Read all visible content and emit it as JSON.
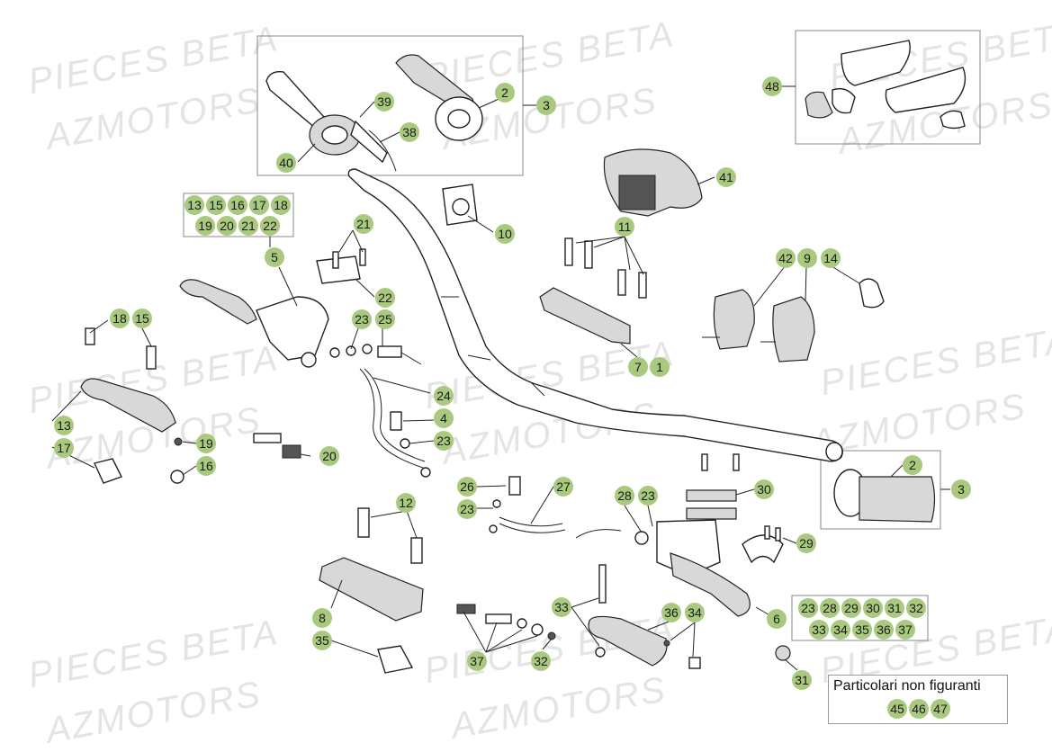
{
  "watermark": {
    "line1": "PIECES BETA",
    "line2": "AZMOTORS"
  },
  "callouts": {
    "c48": "48",
    "c2a": "2",
    "c3a": "3",
    "c39": "39",
    "c38": "38",
    "c40": "40",
    "c41": "41",
    "c10": "10",
    "c11": "11",
    "g5": [
      "13",
      "15",
      "16",
      "17",
      "18",
      "19",
      "20",
      "21",
      "22"
    ],
    "c5": "5",
    "c21": "21",
    "c22": "22",
    "c42": "42",
    "c9": "9",
    "c14": "14",
    "c18": "18",
    "c15": "15",
    "c23a": "23",
    "c25": "25",
    "c7": "7",
    "c1": "1",
    "c24": "24",
    "c4": "4",
    "c23b": "23",
    "c13": "13",
    "c17": "17",
    "c19": "19",
    "c16": "16",
    "c20": "20",
    "c2b": "2",
    "c3b": "3",
    "c26": "26",
    "c23c": "23",
    "c27": "27",
    "c28": "28",
    "c23d": "23",
    "c30": "30",
    "c29": "29",
    "c12": "12",
    "c8": "8",
    "c35": "35",
    "g6": [
      "23",
      "28",
      "29",
      "30",
      "31",
      "32",
      "33",
      "34",
      "35",
      "36",
      "37"
    ],
    "c6": "6",
    "c33": "33",
    "c36": "36",
    "c34": "34",
    "c37": "37",
    "c32": "32",
    "c31": "31"
  },
  "note": {
    "title": "Particolari non figuranti",
    "items": [
      "45",
      "46",
      "47"
    ]
  },
  "colors": {
    "badge": "#a9c97e",
    "line": "#222222",
    "watermark": "#e4e4e4"
  }
}
